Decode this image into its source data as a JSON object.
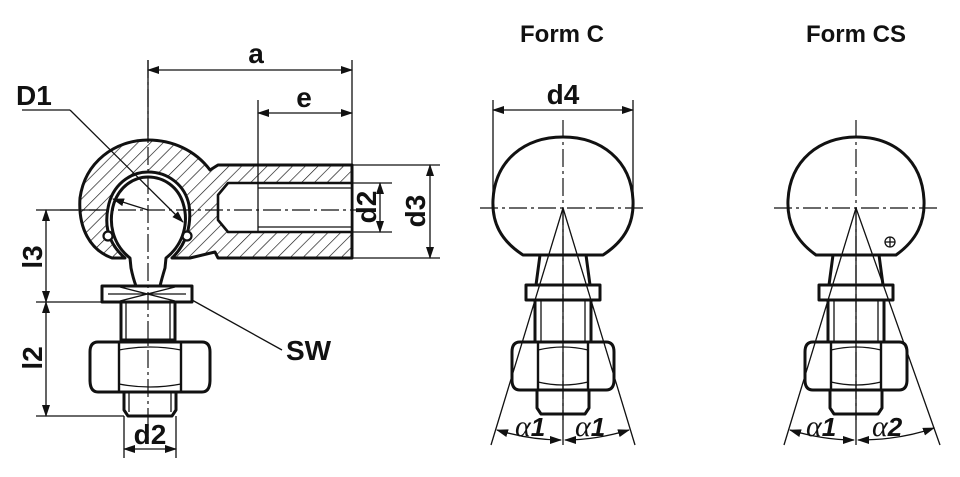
{
  "views": {
    "section": {
      "labels": {
        "a": "a",
        "e": "e",
        "D1": "D1",
        "d2_top": "d2",
        "d3": "d3",
        "l3": "l3",
        "l2": "l2",
        "SW": "SW",
        "d2_bottom": "d2"
      }
    },
    "form_c": {
      "title": "Form C",
      "labels": {
        "d4": "d4",
        "alpha_left": "α",
        "alpha_left_sub": "1",
        "alpha_right": "α",
        "alpha_right_sub": "1"
      }
    },
    "form_cs": {
      "title": "Form CS",
      "labels": {
        "alpha_left": "α",
        "alpha_left_sub": "1",
        "alpha_right": "α",
        "alpha_right_sub": "2"
      }
    }
  }
}
